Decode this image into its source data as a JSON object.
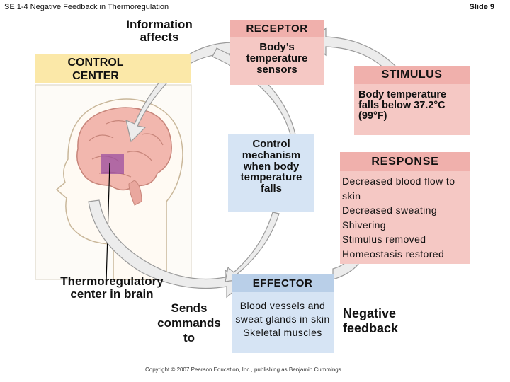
{
  "header": {
    "title": "SE 1-4 Negative Feedback in Thermoregulation",
    "slide": "Slide 9"
  },
  "info_affects": "Information affects",
  "control_center": "CONTROL CENTER",
  "receptor": {
    "title": "RECEPTOR",
    "body": "Body’s temperature sensors"
  },
  "stimulus": {
    "title": "STIMULUS",
    "body": "Body temperature falls below 37.2°C (99°F)"
  },
  "control_mechanism": "Control mechanism when body temperature falls",
  "response": {
    "title": "RESPONSE",
    "lines": [
      "Decreased blood flow to skin",
      "Decreased sweating",
      "Shivering",
      "Stimulus removed",
      "Homeostasis restored"
    ]
  },
  "thermo_center": "Thermoregulatory center in brain",
  "sends_commands": "Sends commands to",
  "effector": {
    "title": "EFFECTOR",
    "body": "Blood vessels and sweat glands in skin Skeletal muscles"
  },
  "negative_feedback": "Negative feedback",
  "copyright": "Copyright © 2007 Pearson Education, Inc., publishing as Benjamin Cummings",
  "colors": {
    "pink_box": "#f5c8c4",
    "pink_title": "#f0b0ac",
    "yellow": "#fbe8a8",
    "blue_box": "#d6e4f4",
    "blue_title": "#b9cfe8",
    "arrow": "#ececec",
    "brain_highlight": "#9b4fa0"
  }
}
